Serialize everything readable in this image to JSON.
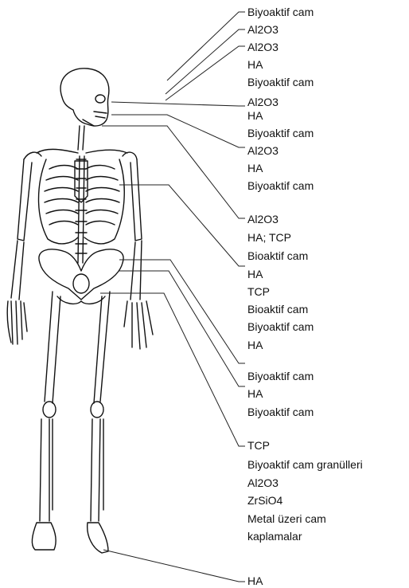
{
  "labels": [
    "Biyoaktif cam",
    "Al2O3",
    "Al2O3",
    "HA",
    "Biyoaktif cam",
    "Al2O3",
    "HA",
    "Biyoaktif cam",
    "Al2O3",
    "HA",
    "Biyoaktif cam",
    "Al2O3",
    "HA; TCP",
    "Bioaktif cam",
    "HA",
    "TCP",
    "Bioaktif cam",
    "Biyoaktif cam",
    "HA",
    "Biyoaktif cam",
    "HA",
    "Biyoaktif cam",
    "TCP",
    "Biyoaktif cam granülleri",
    "Al2O3",
    "ZrSiO4",
    "Metal üzeri cam",
    "kaplamalar",
    "HA"
  ]
}
